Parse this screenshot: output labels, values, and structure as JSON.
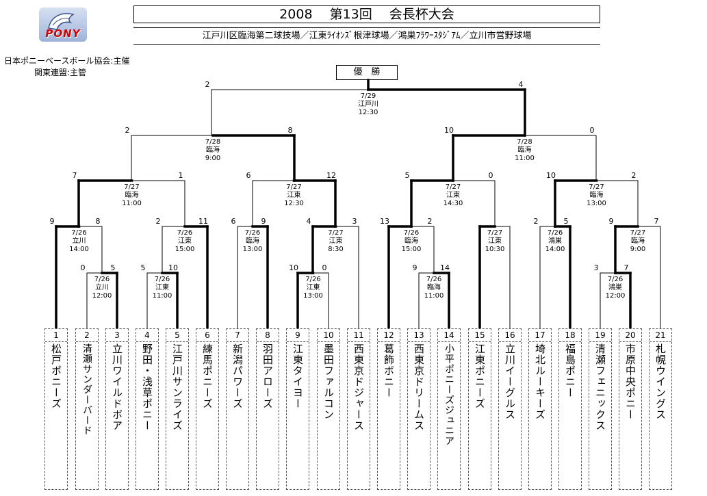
{
  "logo": {
    "text": "PONY"
  },
  "title": "2008　 第13回　 会長杯大会",
  "venues": "江戸川区臨海第二球技場／江東ﾗｲｵﾝｽﾞ根津球場／鴻巣ﾌﾗﾜｰｽﾀｼﾞｱﾑ／立川市営野球場",
  "organizers": {
    "host": "日本ポニーベースボール協会:主催",
    "manager": "関東連盟:主管"
  },
  "champion_label": "優　勝",
  "teams": [
    {
      "num": "1",
      "name": "松戸ポニーズ"
    },
    {
      "num": "2",
      "name": "清瀬サンダーバード"
    },
    {
      "num": "3",
      "name": "立川ワイルドボア"
    },
    {
      "num": "4",
      "name": "野田・浅草ポニー"
    },
    {
      "num": "5",
      "name": "江戸川サンライズ"
    },
    {
      "num": "6",
      "name": "練馬ポニーズ"
    },
    {
      "num": "7",
      "name": "新潟パワーズ"
    },
    {
      "num": "8",
      "name": "羽田アローズ"
    },
    {
      "num": "9",
      "name": "江東タイヨー"
    },
    {
      "num": "10",
      "name": "墨田ファルコン"
    },
    {
      "num": "11",
      "name": "西東京ドジャース"
    },
    {
      "num": "12",
      "name": "葛飾ボニー"
    },
    {
      "num": "13",
      "name": "西東京ドリームス"
    },
    {
      "num": "14",
      "name": "小平ポニーズジュニア"
    },
    {
      "num": "15",
      "name": "江東ポニーズ"
    },
    {
      "num": "16",
      "name": "立川イーグルス"
    },
    {
      "num": "17",
      "name": "埼北ルーキーズ"
    },
    {
      "num": "18",
      "name": "福島ポニー"
    },
    {
      "num": "19",
      "name": "清瀬フェニックス"
    },
    {
      "num": "20",
      "name": "市原中央ポニー"
    },
    {
      "num": "21",
      "name": "札幌ウイングス"
    }
  ],
  "games": [
    {
      "id": "g1",
      "date": "7/26",
      "venue": "立川",
      "time": "12:00",
      "score_left": "0",
      "score_right": "5",
      "winner": "right"
    },
    {
      "id": "g2",
      "date": "7/26",
      "venue": "江東",
      "time": "11:00",
      "score_left": "5",
      "score_right": "10",
      "winner": "right"
    },
    {
      "id": "g3",
      "date": "7/26",
      "venue": "江東",
      "time": "13:00",
      "score_left": "10",
      "score_right": "0",
      "winner": "left"
    },
    {
      "id": "g4",
      "date": "7/26",
      "venue": "臨海",
      "time": "11:00",
      "score_left": "9",
      "score_right": "14",
      "winner": "right"
    },
    {
      "id": "g5",
      "date": "7/26",
      "venue": "鴻巣",
      "time": "12:00",
      "score_left": "3",
      "score_right": "7",
      "winner": "right"
    },
    {
      "id": "g6",
      "date": "7/26",
      "venue": "立川",
      "time": "14:00",
      "score_left": "9",
      "score_right": "8",
      "winner": "left"
    },
    {
      "id": "g7",
      "date": "7/26",
      "venue": "江東",
      "time": "15:00",
      "score_left": "2",
      "score_right": "11",
      "winner": "right"
    },
    {
      "id": "g8",
      "date": "7/26",
      "venue": "臨海",
      "time": "13:00",
      "score_left": "6",
      "score_right": "9",
      "winner": "right"
    },
    {
      "id": "g9",
      "date": "7/27",
      "venue": "江東",
      "time": "8:30",
      "score_left": "4",
      "score_right": "3",
      "winner": "left"
    },
    {
      "id": "g10",
      "date": "7/26",
      "venue": "臨海",
      "time": "15:00",
      "score_left": "13",
      "score_right": "2",
      "winner": "left"
    },
    {
      "id": "g11",
      "date": "7/27",
      "venue": "江東",
      "time": "10:30",
      "score_left": "",
      "score_right": "",
      "winner": "left"
    },
    {
      "id": "g12",
      "date": "7/26",
      "venue": "鴻巣",
      "time": "14:00",
      "score_left": "2",
      "score_right": "5",
      "winner": "right"
    },
    {
      "id": "g13",
      "date": "7/27",
      "venue": "臨海",
      "time": "9:00",
      "score_left": "9",
      "score_right": "7",
      "winner": "left"
    },
    {
      "id": "g14",
      "date": "7/27",
      "venue": "臨海",
      "time": "11:00",
      "score_left": "7",
      "score_right": "1",
      "winner": "left"
    },
    {
      "id": "g15",
      "date": "7/27",
      "venue": "江東",
      "time": "12:30",
      "score_left": "6",
      "score_right": "12",
      "winner": "right"
    },
    {
      "id": "g16",
      "date": "7/27",
      "venue": "江東",
      "time": "14:30",
      "score_left": "5",
      "score_right": "0",
      "winner": "left"
    },
    {
      "id": "g17",
      "date": "7/27",
      "venue": "臨海",
      "time": "13:00",
      "score_left": "10",
      "score_right": "2",
      "winner": "left"
    },
    {
      "id": "g18",
      "date": "7/28",
      "venue": "臨海",
      "time": "9:00",
      "score_left": "2",
      "score_right": "8",
      "winner": "right"
    },
    {
      "id": "g19",
      "date": "7/28",
      "venue": "臨海",
      "time": "11:00",
      "score_left": "10",
      "score_right": "0",
      "winner": "left"
    },
    {
      "id": "g20",
      "date": "7/29",
      "venue": "江戸川",
      "time": "12:30",
      "score_left": "2",
      "score_right": "4",
      "winner": "right"
    }
  ]
}
